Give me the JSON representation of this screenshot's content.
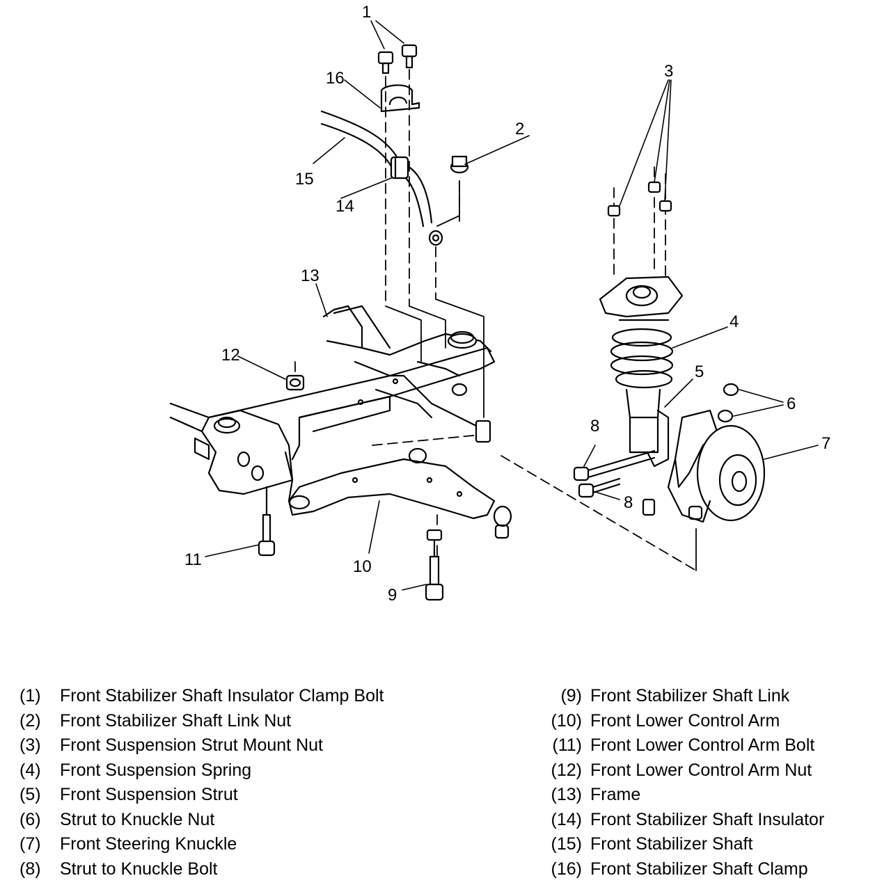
{
  "callouts": [
    {
      "id": "1",
      "text": "1"
    },
    {
      "id": "2",
      "text": "2"
    },
    {
      "id": "3",
      "text": "3"
    },
    {
      "id": "4",
      "text": "4"
    },
    {
      "id": "5",
      "text": "5"
    },
    {
      "id": "6",
      "text": "6"
    },
    {
      "id": "7",
      "text": "7"
    },
    {
      "id": "8a",
      "text": "8"
    },
    {
      "id": "8b",
      "text": "8"
    },
    {
      "id": "9",
      "text": "9"
    },
    {
      "id": "10",
      "text": "10"
    },
    {
      "id": "11",
      "text": "11"
    },
    {
      "id": "12",
      "text": "12"
    },
    {
      "id": "13",
      "text": "13"
    },
    {
      "id": "14",
      "text": "14"
    },
    {
      "id": "15",
      "text": "15"
    },
    {
      "id": "16",
      "text": "16"
    }
  ],
  "legend": [
    {
      "num": "(1)",
      "name": "Front Stabilizer Shaft Insulator Clamp Bolt"
    },
    {
      "num": "(2)",
      "name": "Front Stabilizer Shaft Link Nut"
    },
    {
      "num": "(3)",
      "name": "Front Suspension Strut Mount Nut"
    },
    {
      "num": "(4)",
      "name": "Front Suspension Spring"
    },
    {
      "num": "(5)",
      "name": "Front Suspension Strut"
    },
    {
      "num": "(6)",
      "name": "Strut to Knuckle Nut"
    },
    {
      "num": "(7)",
      "name": "Front Steering Knuckle"
    },
    {
      "num": "(8)",
      "name": "Strut to Knuckle Bolt"
    },
    {
      "num": "(9)",
      "name": "Front Stabilizer Shaft Link"
    },
    {
      "num": "(10)",
      "name": "Front Lower Control Arm"
    },
    {
      "num": "(11)",
      "name": "Front Lower Control Arm Bolt"
    },
    {
      "num": "(12)",
      "name": "Front Lower Control Arm Nut"
    },
    {
      "num": "(13)",
      "name": "Frame"
    },
    {
      "num": "(14)",
      "name": "Front Stabilizer Shaft Insulator"
    },
    {
      "num": "(15)",
      "name": "Front Stabilizer Shaft"
    },
    {
      "num": "(16)",
      "name": "Front Stabilizer Shaft Clamp"
    }
  ]
}
